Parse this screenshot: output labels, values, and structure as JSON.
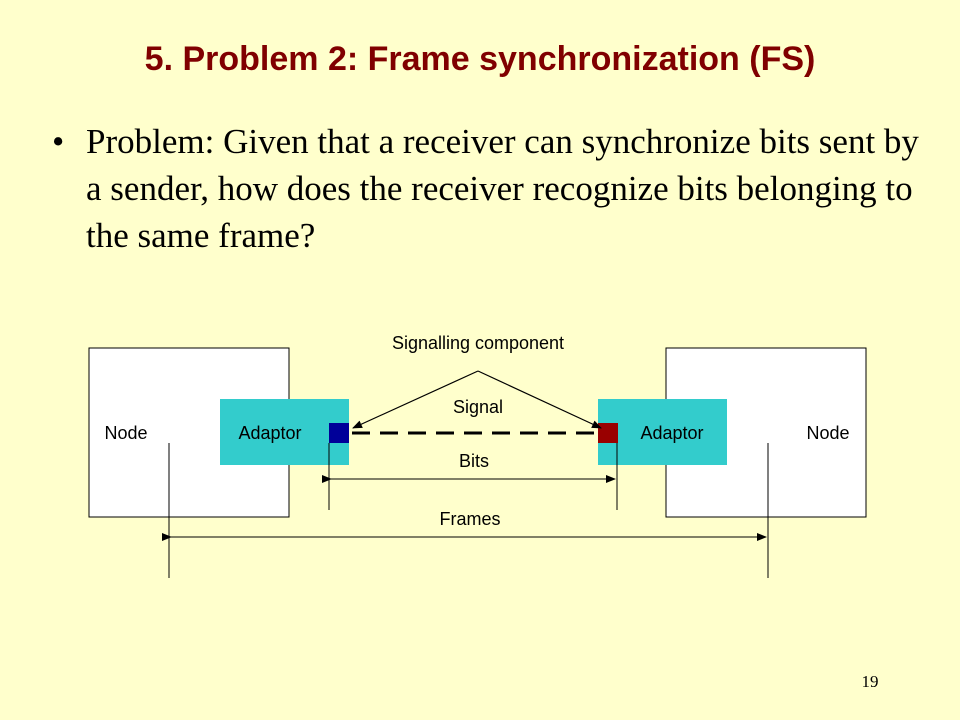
{
  "slide": {
    "title": "5. Problem 2: Frame synchronization (FS)",
    "bullet_marker": "•",
    "bullet_text": "Problem: Given that a receiver can synchronize bits sent by a sender, how does the receiver recognize bits belonging to the same frame?",
    "page_number": "19"
  },
  "diagram": {
    "signalling_label": "Signalling component",
    "signal_label": "Signal",
    "bits_label": "Bits",
    "frames_label": "Frames",
    "left_node_label": "Node",
    "right_node_label": "Node",
    "left_adaptor_label": "Adaptor",
    "right_adaptor_label": "Adaptor",
    "colors": {
      "adaptor_fill": "#33cccc",
      "left_port": "#000099",
      "right_port": "#990000",
      "title": "#800000",
      "background": "#ffffcc"
    }
  }
}
